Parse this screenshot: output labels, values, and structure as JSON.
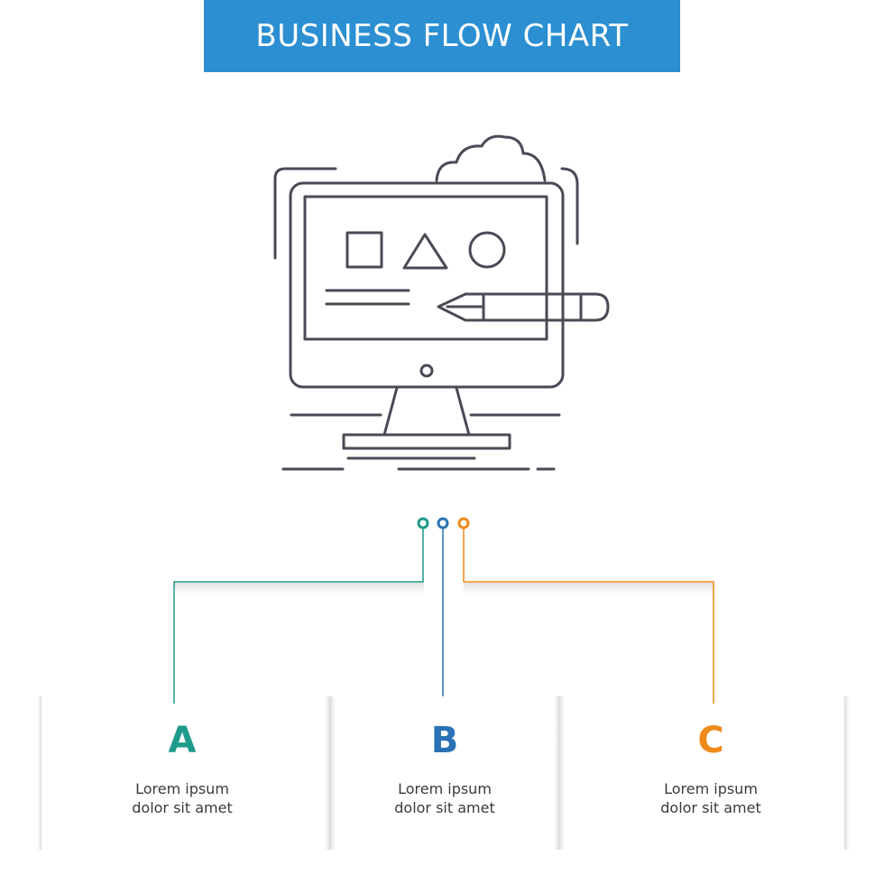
{
  "header": {
    "title": "BUSINESS FLOW CHART",
    "background": "#2b8fd2",
    "text_color": "#ffffff"
  },
  "illustration": {
    "name": "computer-design-icon",
    "stroke_color": "#4a4a55"
  },
  "branches": [
    {
      "letter": "A",
      "line1": "Lorem ipsum",
      "line2": "dolor sit amet",
      "color": "#1e9a8a"
    },
    {
      "letter": "B",
      "line1": "Lorem ipsum",
      "line2": "dolor sit amet",
      "color": "#2a72b5"
    },
    {
      "letter": "C",
      "line1": "Lorem ipsum",
      "line2": "dolor sit amet",
      "color": "#ef8a1c"
    }
  ]
}
